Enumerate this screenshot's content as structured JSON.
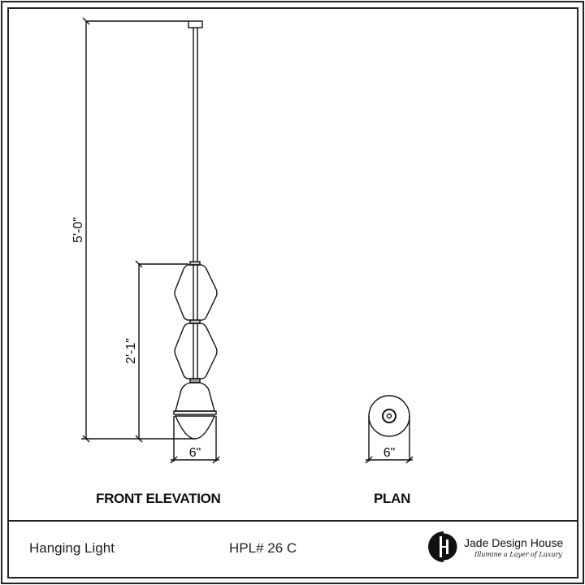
{
  "drawing": {
    "views": [
      {
        "name": "front_elevation",
        "label": "FRONT ELEVATION"
      },
      {
        "name": "plan",
        "label": "PLAN"
      }
    ],
    "dimensions": {
      "overall_height": "5'-0\"",
      "fixture_height": "2'-1\"",
      "front_width": "6\"",
      "plan_width": "6\""
    }
  },
  "title_block": {
    "product_name": "Hanging Light",
    "product_code": "HPL# 26 C",
    "brand": {
      "name": "Jade Design House",
      "tagline": "Illumine a Layer of Luxury"
    }
  }
}
